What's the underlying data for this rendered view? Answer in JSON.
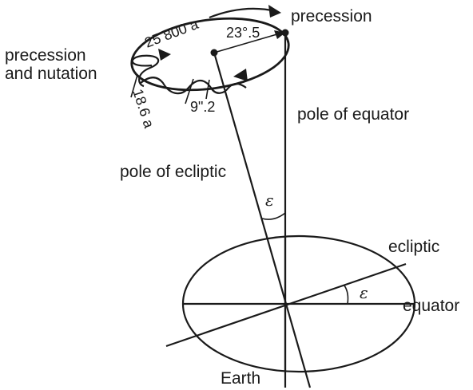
{
  "labels": {
    "precession_top": "precession",
    "precession_nutation_line1": "precession",
    "precession_nutation_line2": "and nutation",
    "period_precession": "25 800 a",
    "angle_23_5": "23°.5",
    "period_nutation": "18.6 a",
    "nutation_amplitude": "9\".2",
    "pole_of_equator": "pole of equator",
    "pole_of_ecliptic": "pole of ecliptic",
    "epsilon_upper": "ε",
    "epsilon_lower": "ε",
    "ecliptic": "ecliptic",
    "equator": "equator",
    "earth": "Earth"
  },
  "colors": {
    "ink": "#1a1a1a",
    "background": "#ffffff"
  }
}
